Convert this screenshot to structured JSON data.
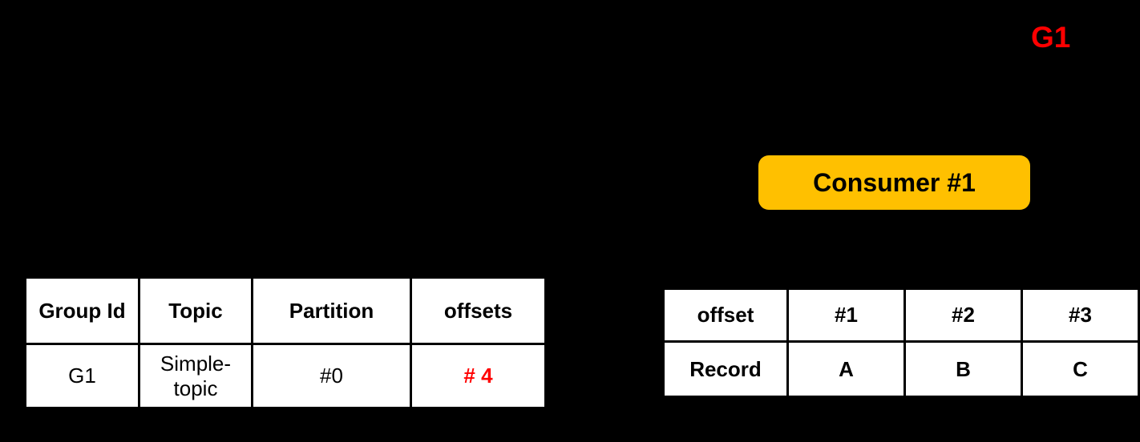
{
  "colors": {
    "background": "#000000",
    "accent_red": "#FF0000",
    "button_fill": "#FFC000",
    "cell_background": "#FFFFFF",
    "cell_text": "#000000"
  },
  "group_label": "G1",
  "consumer_button": {
    "label": "Consumer #1"
  },
  "offsets_table": {
    "headers": [
      "Group Id",
      "Topic",
      "Partition",
      "offsets"
    ],
    "row": [
      "G1",
      "Simple-topic",
      "#0",
      "# 4"
    ]
  },
  "records_table": {
    "header_row": [
      "offset",
      "#1",
      "#2",
      "#3"
    ],
    "data_row": [
      "Record",
      "A",
      "B",
      "C"
    ]
  }
}
